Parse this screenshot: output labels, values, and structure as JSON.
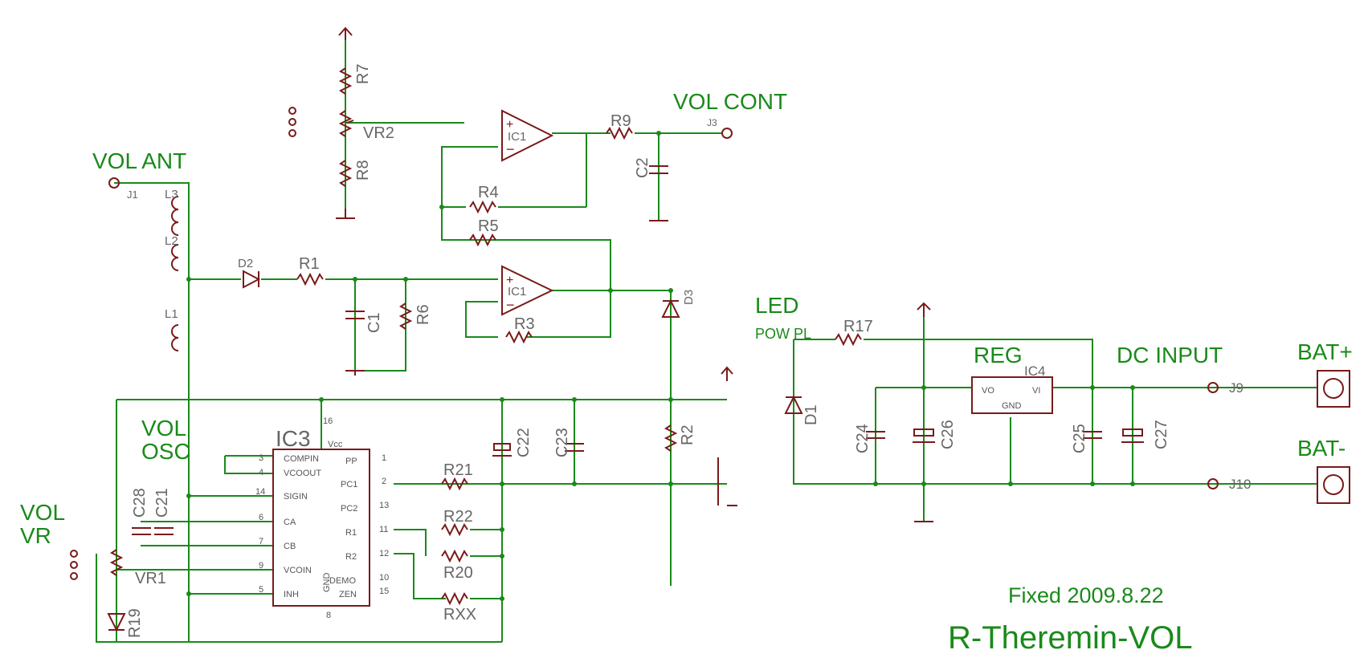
{
  "labels": {
    "vol_ant": "VOL ANT",
    "vol_cont": "VOL CONT",
    "vol_osc_1": "VOL",
    "vol_osc_2": "OSC",
    "vol_vr_1": "VOL",
    "vol_vr_2": "VR",
    "led": "LED",
    "pow_pl": "POW PL",
    "reg": "REG",
    "dc_input": "DC INPUT",
    "bat_plus": "BAT+",
    "bat_minus": "BAT-",
    "fixed": "Fixed 2009.8.22",
    "title": "R-Theremin-VOL"
  },
  "parts": {
    "r7": "R7",
    "r8": "R8",
    "vr2": "VR2",
    "ic1a": "IC1",
    "ic1b": "IC1",
    "r9": "R9",
    "j3": "J3",
    "c2": "C2",
    "r4": "R4",
    "r5": "R5",
    "j1": "J1",
    "l3": "L3",
    "l2": "L2",
    "l1": "L1",
    "d2": "D2",
    "r1": "R1",
    "c1": "C1",
    "r6": "R6",
    "r3": "R3",
    "d3": "D3",
    "ic3": "IC3",
    "c22": "C22",
    "c23": "C23",
    "r2": "R2",
    "r21": "R21",
    "r22": "R22",
    "r20": "R20",
    "rxx": "RXX",
    "c28": "C28",
    "c21": "C21",
    "vr1": "VR1",
    "r19": "R19",
    "r17": "R17",
    "d1": "D1",
    "c24": "C24",
    "c26": "C26",
    "ic4": "IC4",
    "c25": "C25",
    "c27": "C27",
    "j9": "J9",
    "j10": "J10"
  },
  "ic3_pins": {
    "compin": "COMPIN",
    "vcoout": "VCOOUT",
    "sigin": "SIGIN",
    "ca": "CA",
    "cb": "CB",
    "vcoin": "VCOIN",
    "inh": "INH",
    "vcc": "Vcc",
    "pp": "PP",
    "pc1": "PC1",
    "pc2": "PC2",
    "r1": "R1",
    "r2": "R2",
    "demo": "DEMO",
    "zen": "ZEN",
    "gnd": "GND"
  },
  "ic4_pins": {
    "vo": "VO",
    "vi": "VI",
    "gnd": "GND"
  },
  "pin_numbers": {
    "p3": "3",
    "p4": "4",
    "p14": "14",
    "p6": "6",
    "p7": "7",
    "p9": "9",
    "p5": "5",
    "p1": "1",
    "p2": "2",
    "p13": "13",
    "p11": "11",
    "p12": "12",
    "p10": "10",
    "p15": "15",
    "p16": "16",
    "p8": "8"
  },
  "colors": {
    "wire": "#1a8a1a",
    "component": "#7a1a1a",
    "part_label": "#666666"
  }
}
